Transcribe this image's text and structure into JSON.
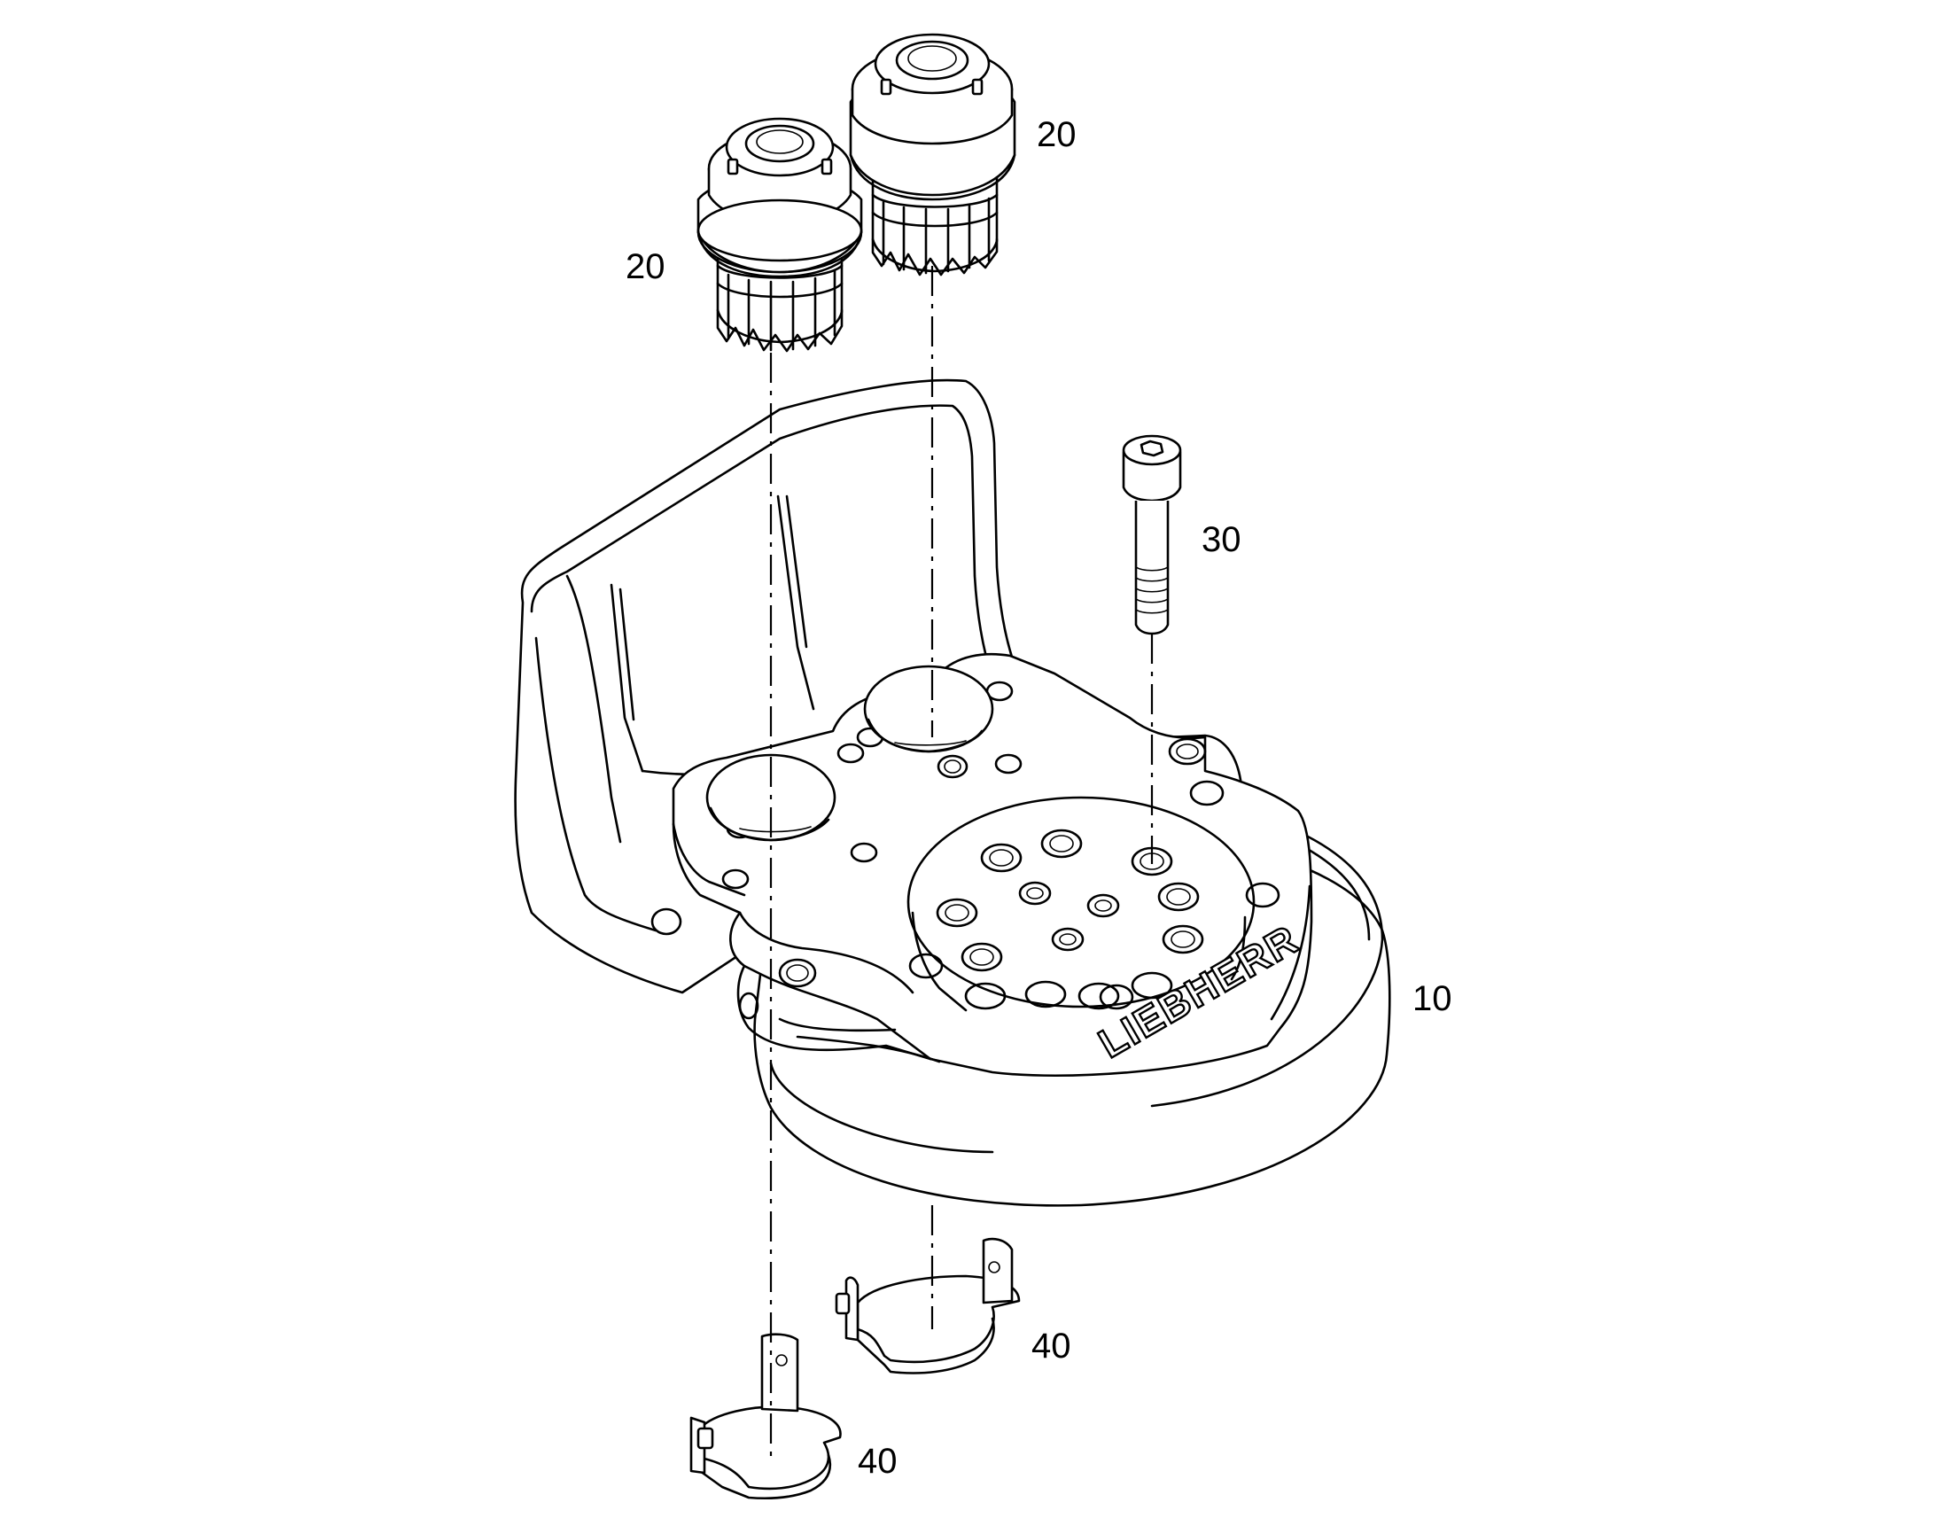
{
  "drawing": {
    "brand_marking": "LIEBHERR",
    "callouts": {
      "housing": "10",
      "motor_left": "20",
      "motor_right": "20",
      "bolt": "30",
      "bracket_right": "40",
      "bracket_left": "40"
    }
  }
}
